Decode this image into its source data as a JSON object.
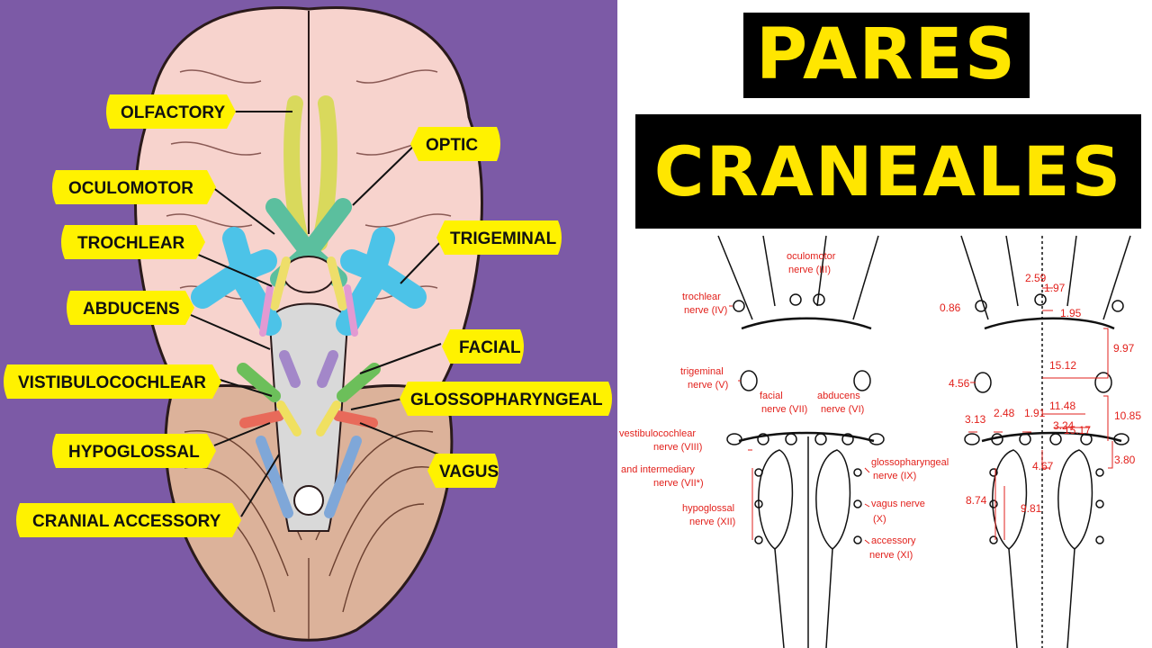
{
  "title": {
    "line1": "PARES",
    "line2": "CRANEALES"
  },
  "brain_labels": {
    "olfactory": "OLFACTORY",
    "optic": "OPTIC",
    "oculomotor": "OCULOMOTOR",
    "trochlear": "TROCHLEAR",
    "trigeminal": "TRIGEMINAL",
    "abducens": "ABDUCENS",
    "facial": "FACIAL",
    "vestibulocochlear": "VISTIBULOCOCHLEAR",
    "glossopharyngeal": "GLOSSOPHARYNGEAL",
    "hypoglossal": "HYPOGLOSSAL",
    "vagus": "VAGUS",
    "cranial_accessory": "CRANIAL ACCESSORY"
  },
  "schematic": {
    "oculomotor_1": "oculomotor",
    "oculomotor_2": "nerve (III)",
    "trochlear_1": "trochlear",
    "trochlear_2": "nerve (IV)",
    "trigeminal_1": "trigeminal",
    "trigeminal_2": "nerve (V)",
    "facial_1": "facial",
    "facial_2": "nerve (VII)",
    "abducens_1": "abducens",
    "abducens_2": "nerve (VI)",
    "vestib_1": "vestibulocochlear",
    "vestib_2": "nerve (VIII)",
    "vestib_3": "and intermediary",
    "vestib_4": "nerve (VII*)",
    "hypoglossal_1": "hypoglossal",
    "hypoglossal_2": "nerve (XII)",
    "glosso_1": "glossopharyngeal",
    "glosso_2": "nerve (IX)",
    "vagus_1": "vagus nerve",
    "vagus_2": "(X)",
    "accessory_1": "accessory",
    "accessory_2": "nerve (XI)"
  },
  "measurements": {
    "m_259": "2.59",
    "m_197": "1.97",
    "m_195": "1.95",
    "m_086": "0.86",
    "m_997": "9.97",
    "m_1512": "15.12",
    "m_456": "4.56",
    "m_1148": "11.48",
    "m_1085": "10.85",
    "m_313": "3.13",
    "m_248": "2.48",
    "m_191": "1.91",
    "m_324": "3.24",
    "m_1517": "15.17",
    "m_467": "4.67",
    "m_380": "3.80",
    "m_874": "8.74",
    "m_981": "9.81"
  },
  "colors": {
    "background_left": "#7c5aa6",
    "label_bubble": "#fff200",
    "title_text": "#ffe600",
    "title_bg": "#000000",
    "annotation_red": "#e2211c",
    "brain_pink": "#f7d3cd",
    "cerebellum": "#dcb29a",
    "trigeminal_nerve": "#4cc3e8",
    "optic_nerve": "#5bbf9e",
    "olfactory_nerve": "#d9d95c"
  }
}
